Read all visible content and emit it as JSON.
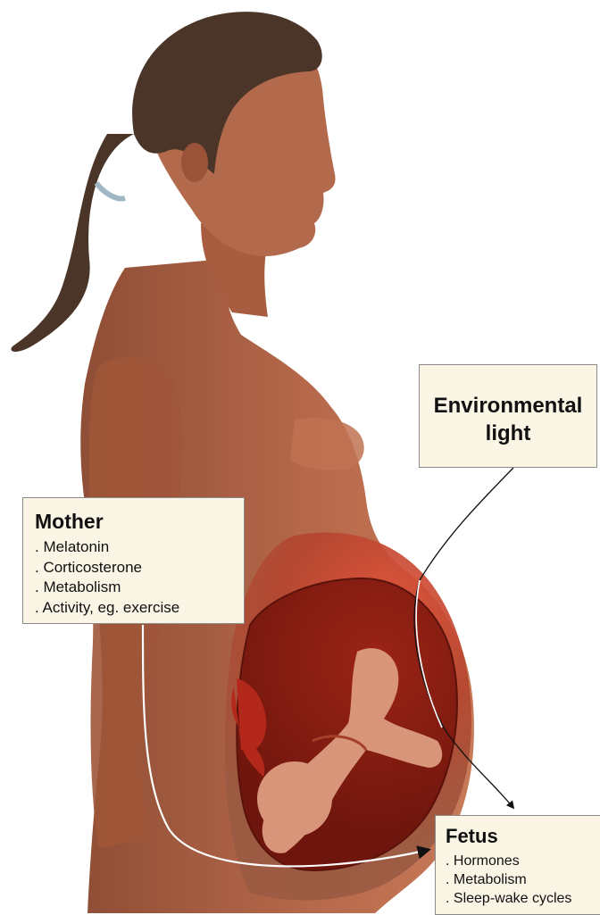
{
  "colors": {
    "skin": "#b96a4a",
    "skin_dark": "#7a3a24",
    "hair": "#4a3528",
    "uterus": "#8e1f14",
    "fetus": "#d9957a",
    "box_fill": "#fbf5e6",
    "arrow": "#ffffff"
  },
  "environment": {
    "title_line1": "Environmental",
    "title_line2": "light"
  },
  "mother": {
    "title": "Mother",
    "items": [
      ". Melatonin",
      ". Corticosterone",
      ". Metabolism",
      ". Activity, eg. exercise"
    ]
  },
  "fetus": {
    "title": "Fetus",
    "items": [
      ". Hormones",
      ". Metabolism",
      ". Sleep-wake cycles"
    ]
  }
}
